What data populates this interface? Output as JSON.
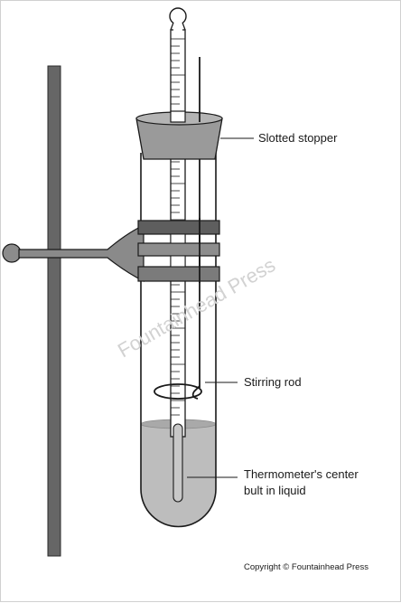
{
  "labels": {
    "stopper": "Slotted stopper",
    "stirring_rod": "Stirring rod",
    "bulb_line1": "Thermometer's center",
    "bulb_line2": "bult in liquid"
  },
  "watermark": "Fountainhead Press",
  "copyright": "Copyright © Fountainhead Press",
  "colors": {
    "outline": "#1a1a1a",
    "stand_rod": "#666666",
    "stopper_fill": "#9a9a9a",
    "clamp_fill": "#7d7d7d",
    "liquid_fill": "#bdbdbd",
    "watermark": "#d2d2d2"
  }
}
